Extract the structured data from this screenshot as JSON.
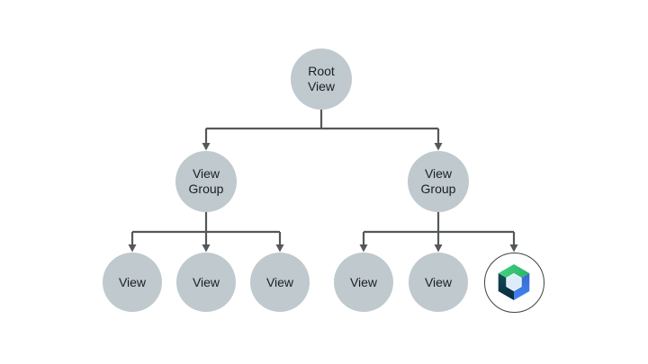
{
  "diagram": {
    "kind": "view-hierarchy-tree",
    "nodes": {
      "root": {
        "label": "Root\nView"
      },
      "group_left": {
        "label": "View\nGroup"
      },
      "group_right": {
        "label": "View\nGroup"
      },
      "leaves_left": [
        "View",
        "View",
        "View"
      ],
      "leaves_right": [
        "View",
        "View"
      ],
      "compose": {
        "icon": "jetpack-compose-logo"
      }
    },
    "colors": {
      "background": "#ffffff",
      "node_fill": "#bfc9ce",
      "connector": "#54585b",
      "text": "#1d1f20",
      "compose_ring": "#3f4446",
      "compose_green_light": "#45d183",
      "compose_green_dark": "#27b468",
      "compose_blue_dark": "#3a67cc",
      "compose_blue_light": "#4285f4",
      "compose_navy_light": "#144a58",
      "compose_navy_dark": "#082c3e",
      "compose_hex": "#ddecf9"
    }
  }
}
